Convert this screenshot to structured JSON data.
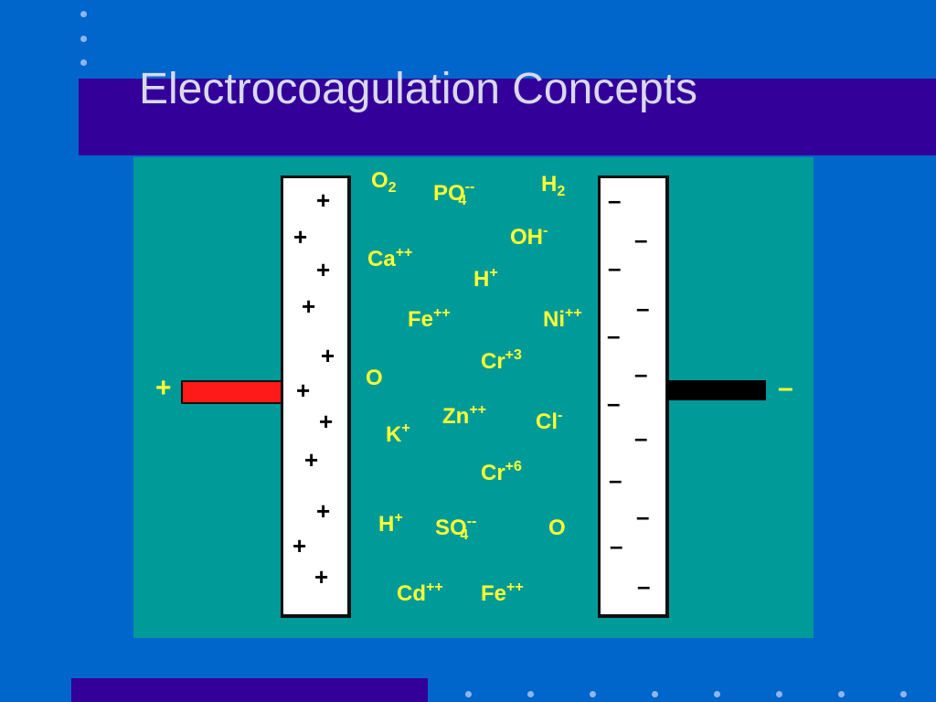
{
  "slide": {
    "title": "Electrocoagulation Concepts",
    "colors": {
      "background": "#0066cc",
      "title_band": "#330099",
      "title_text": "#d9d9ec",
      "panel": "#009a99",
      "ion_text": "#ffff33",
      "anode_wire": "#ff1a1a",
      "cathode_wire": "#000000",
      "electrode_fill": "#ffffff"
    }
  },
  "diagram": {
    "anode": {
      "terminal_label": "+",
      "plate_sign": "+"
    },
    "cathode": {
      "terminal_label": "–",
      "plate_sign": "–"
    },
    "ions": [
      {
        "base": "O",
        "sub": "2",
        "sup": ""
      },
      {
        "base": "PO",
        "sub": "4",
        "sup": "--"
      },
      {
        "base": "H",
        "sub": "2",
        "sup": ""
      },
      {
        "base": "OH",
        "sub": "",
        "sup": "-"
      },
      {
        "base": "Ca",
        "sub": "",
        "sup": "++"
      },
      {
        "base": "H",
        "sub": "",
        "sup": "+"
      },
      {
        "base": "Fe",
        "sub": "",
        "sup": "++"
      },
      {
        "base": "Ni",
        "sub": "",
        "sup": "++"
      },
      {
        "base": "Cr",
        "sub": "",
        "sup": "+3"
      },
      {
        "base": "O",
        "sub": "",
        "sup": ""
      },
      {
        "base": "Zn",
        "sub": "",
        "sup": "++"
      },
      {
        "base": "Cl",
        "sub": "",
        "sup": "-"
      },
      {
        "base": "K",
        "sub": "",
        "sup": "+"
      },
      {
        "base": "Cr",
        "sub": "",
        "sup": "+6"
      },
      {
        "base": "H",
        "sub": "",
        "sup": "+"
      },
      {
        "base": "SO",
        "sub": "4",
        "sup": "--"
      },
      {
        "base": "O",
        "sub": "",
        "sup": ""
      },
      {
        "base": "Cd",
        "sub": "",
        "sup": "++"
      },
      {
        "base": "Fe",
        "sub": "",
        "sup": "++"
      }
    ]
  }
}
